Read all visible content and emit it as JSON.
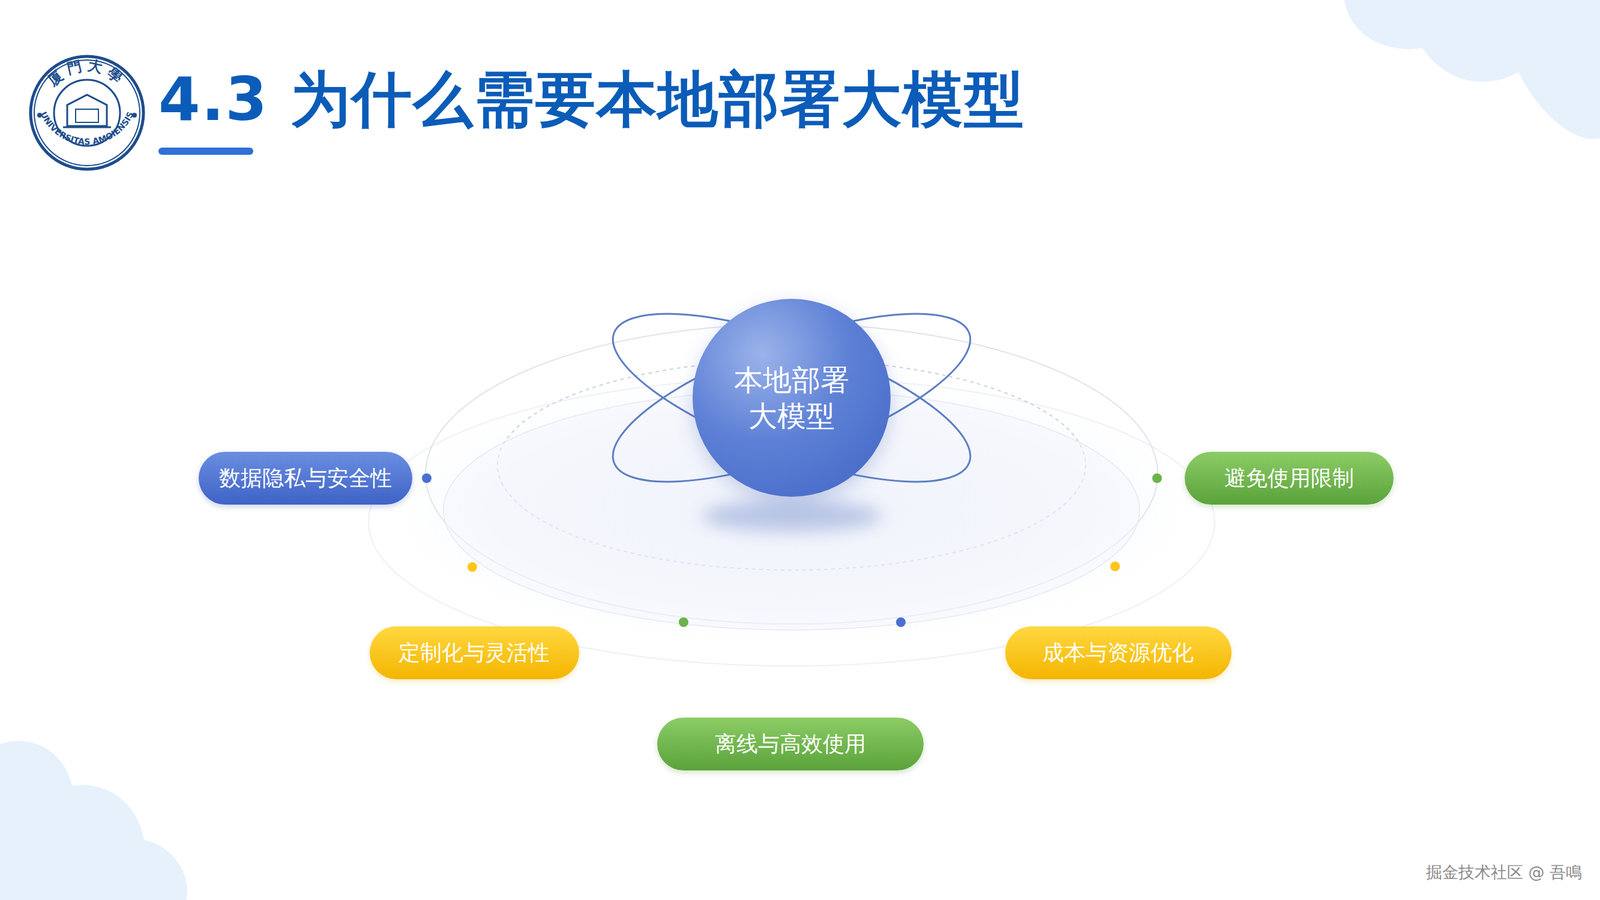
{
  "diagram": {
    "title": "4.3 为什么需要本地部署大模型",
    "nodes": [
      {
        "text": [
          "本地部署 大模型"
        ]
      },
      {
        "text": [
          "数据隐私与安全性"
        ]
      },
      {
        "text": [
          "避免使用限制"
        ]
      },
      {
        "text": [
          "定制化与灵活性"
        ]
      },
      {
        "text": [
          "成本与资源优化"
        ]
      },
      {
        "text": [
          "离线与高效使用"
        ]
      }
    ],
    "labels": [
      "厦門大學",
      "UNIVERSITAS AMOIENSIS",
      "掘金技术社区 @ 吾鳴"
    ]
  }
}
